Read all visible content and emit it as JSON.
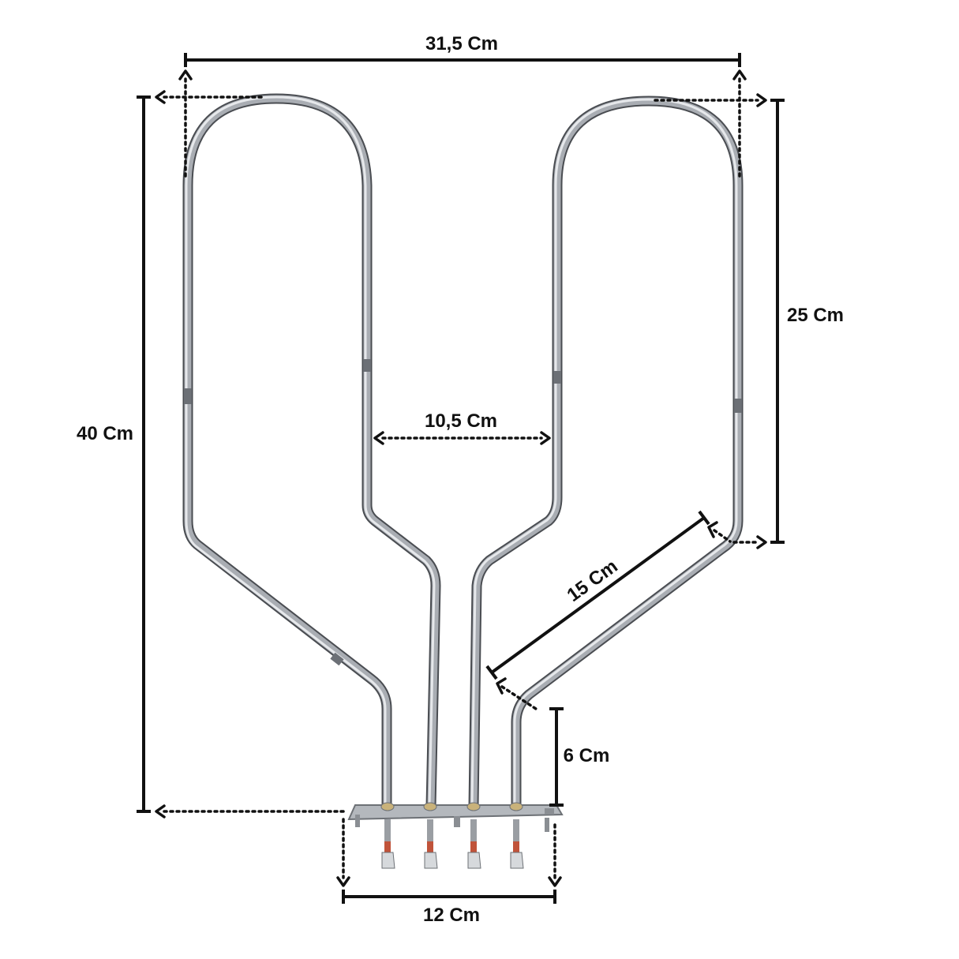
{
  "colors": {
    "tube_dark": "#4a4d52",
    "tube_mid": "#a9adb3",
    "tube_highlight": "#e6e8eb",
    "annotation": "#111111",
    "insulator": "#c0533a",
    "bracket": "#b4b8bd"
  },
  "dimensions": {
    "overall_width": "31,5 Cm",
    "overall_height": "40 Cm",
    "loop_height": "25 Cm",
    "inner_gap": "10,5 Cm",
    "diagonal_length": "15 Cm",
    "terminal_leg": "6 Cm",
    "bracket_width": "12 Cm"
  }
}
